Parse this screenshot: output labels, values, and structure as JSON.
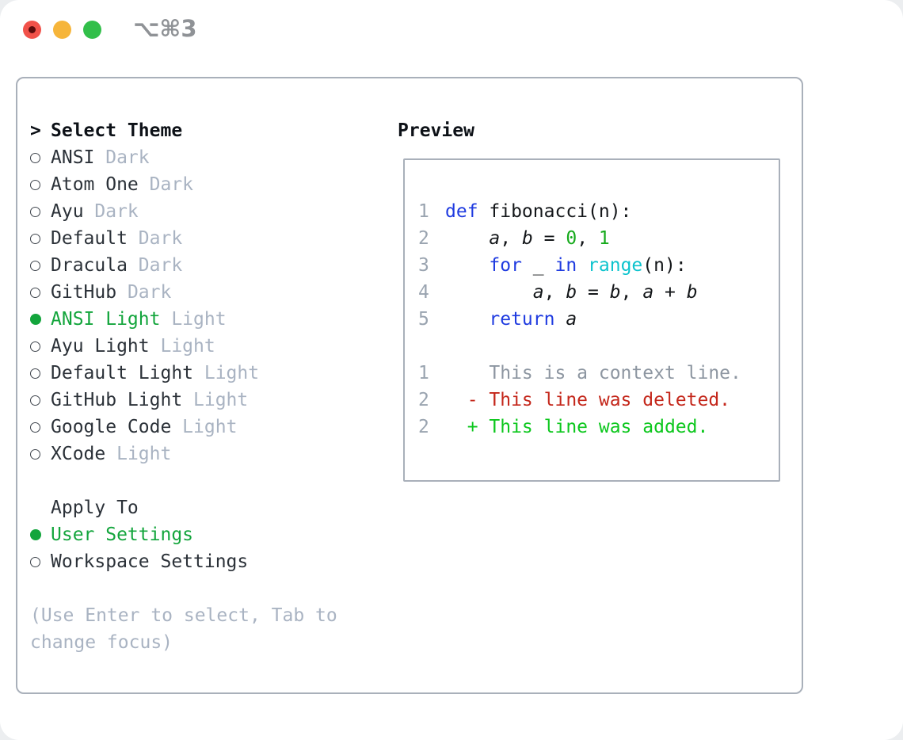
{
  "titlebar": {
    "title": "⌥⌘3",
    "traffic_lights": [
      "close-button",
      "minimize-button",
      "zoom-button"
    ]
  },
  "theme_panel": {
    "header_prefix": ">",
    "header": "Select Theme",
    "themes": [
      {
        "name": "ANSI",
        "variant": "Dark",
        "selected": false
      },
      {
        "name": "Atom One",
        "variant": "Dark",
        "selected": false
      },
      {
        "name": "Ayu",
        "variant": "Dark",
        "selected": false
      },
      {
        "name": "Default",
        "variant": "Dark",
        "selected": false
      },
      {
        "name": "Dracula",
        "variant": "Dark",
        "selected": false
      },
      {
        "name": "GitHub",
        "variant": "Dark",
        "selected": false
      },
      {
        "name": "ANSI Light",
        "variant": "Light",
        "selected": true
      },
      {
        "name": "Ayu Light",
        "variant": "Light",
        "selected": false
      },
      {
        "name": "Default Light",
        "variant": "Light",
        "selected": false
      },
      {
        "name": "GitHub Light",
        "variant": "Light",
        "selected": false
      },
      {
        "name": "Google Code",
        "variant": "Light",
        "selected": false
      },
      {
        "name": "XCode",
        "variant": "Light",
        "selected": false
      }
    ],
    "apply_to": {
      "header": "Apply To",
      "options": [
        {
          "name": "User Settings",
          "selected": true
        },
        {
          "name": "Workspace Settings",
          "selected": false
        }
      ]
    },
    "help_lines": [
      "(Use Enter to select, Tab to",
      "change focus)"
    ]
  },
  "preview_panel": {
    "header": "Preview",
    "lines": [
      {
        "num": "1",
        "kind": "code",
        "tokens": [
          {
            "t": "def",
            "c": "kw"
          },
          {
            "t": " fibonacci(n):",
            "c": "pl"
          }
        ]
      },
      {
        "num": "2",
        "kind": "code",
        "tokens": [
          {
            "t": "    ",
            "c": "pl"
          },
          {
            "t": "a",
            "c": "var"
          },
          {
            "t": ", ",
            "c": "pl"
          },
          {
            "t": "b",
            "c": "var"
          },
          {
            "t": " = ",
            "c": "pl"
          },
          {
            "t": "0",
            "c": "num"
          },
          {
            "t": ", ",
            "c": "pl"
          },
          {
            "t": "1",
            "c": "num"
          }
        ]
      },
      {
        "num": "3",
        "kind": "code",
        "tokens": [
          {
            "t": "    ",
            "c": "pl"
          },
          {
            "t": "for",
            "c": "kw"
          },
          {
            "t": " _ ",
            "c": "pl"
          },
          {
            "t": "in",
            "c": "kw"
          },
          {
            "t": " ",
            "c": "pl"
          },
          {
            "t": "range",
            "c": "bi"
          },
          {
            "t": "(n):",
            "c": "pl"
          }
        ]
      },
      {
        "num": "4",
        "kind": "code",
        "tokens": [
          {
            "t": "        ",
            "c": "pl"
          },
          {
            "t": "a",
            "c": "var"
          },
          {
            "t": ", ",
            "c": "pl"
          },
          {
            "t": "b",
            "c": "var"
          },
          {
            "t": " = ",
            "c": "pl"
          },
          {
            "t": "b",
            "c": "var"
          },
          {
            "t": ", ",
            "c": "pl"
          },
          {
            "t": "a",
            "c": "var"
          },
          {
            "t": " + ",
            "c": "pl"
          },
          {
            "t": "b",
            "c": "var"
          }
        ]
      },
      {
        "num": "5",
        "kind": "code",
        "tokens": [
          {
            "t": "    ",
            "c": "pl"
          },
          {
            "t": "return",
            "c": "kw"
          },
          {
            "t": " ",
            "c": "pl"
          },
          {
            "t": "a",
            "c": "var"
          }
        ]
      },
      {
        "num": "",
        "kind": "blank",
        "text": ""
      },
      {
        "num": "1",
        "kind": "ctx",
        "text": "    This is a context line."
      },
      {
        "num": "2",
        "kind": "del",
        "text": "  - This line was deleted."
      },
      {
        "num": "2",
        "kind": "add",
        "text": "  + This line was added."
      }
    ]
  },
  "colors": {
    "accent_green": "#13a53c",
    "keyword_blue": "#1f3be0",
    "builtin_cyan": "#0cc3cd",
    "number_green": "#16aa1c",
    "diff_red": "#c4271b",
    "diff_green": "#0cc71d",
    "border_gray": "#a9b0ba",
    "muted_gray": "#a9b3c2",
    "line_number_gray": "#9aa4b0",
    "traffic_red": "#f1524a",
    "traffic_yellow": "#f6b53a",
    "traffic_green": "#32bf4a"
  }
}
